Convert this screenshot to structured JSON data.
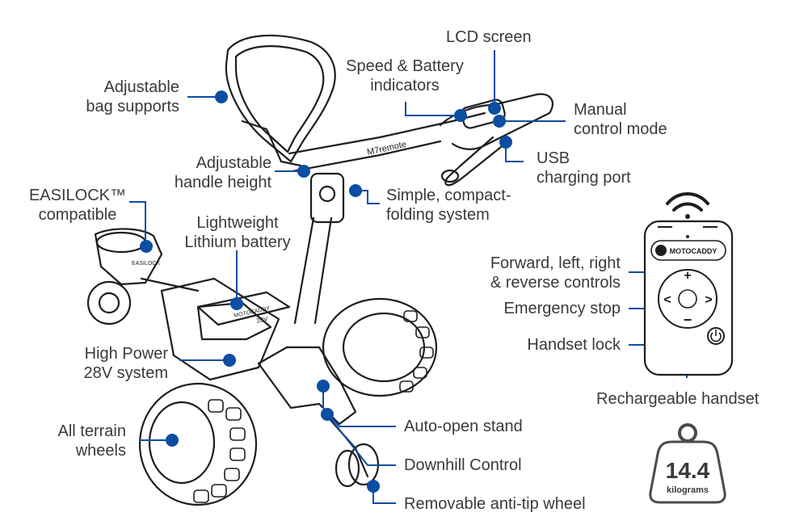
{
  "accent": "#0b4ea2",
  "labels": {
    "lcd_screen": "LCD screen",
    "speed_battery": [
      "Speed & Battery",
      "indicators"
    ],
    "adjustable_bag": [
      "Adjustable",
      "bag supports"
    ],
    "manual_control": [
      "Manual",
      "control mode"
    ],
    "usb": [
      "USB",
      "charging port"
    ],
    "adjustable_handle": [
      "Adjustable",
      "handle height"
    ],
    "folding": [
      "Simple, compact-",
      "folding system"
    ],
    "easilock": [
      "EASILOCK™",
      "compatible"
    ],
    "lithium": [
      "Lightweight",
      "Lithium battery"
    ],
    "high_power": [
      "High Power",
      "28V system"
    ],
    "all_terrain": [
      "All terrain",
      "wheels"
    ],
    "auto_open": "Auto-open stand",
    "downhill": "Downhill Control",
    "anti_tip": "Removable anti-tip wheel",
    "fwd_controls": [
      "Forward, left, right",
      "& reverse controls"
    ],
    "emergency": "Emergency stop",
    "handset_lock": "Handset lock",
    "rechargeable": "Rechargeable handset"
  },
  "handset": {
    "brand": "MOTOCADDY",
    "plus": "+",
    "minus": "−",
    "left": "<",
    "right": ">",
    "icons": [
      "wifi-icon",
      "power-icon",
      "motocaddy-logo"
    ]
  },
  "product": {
    "brand_on_frame": "M7remote",
    "battery_brand": "MOTOCADDY",
    "battery_spec": "28V",
    "easilock_mark": "EASILOCK"
  },
  "weight": {
    "value": "14.4",
    "unit": "kilograms"
  }
}
